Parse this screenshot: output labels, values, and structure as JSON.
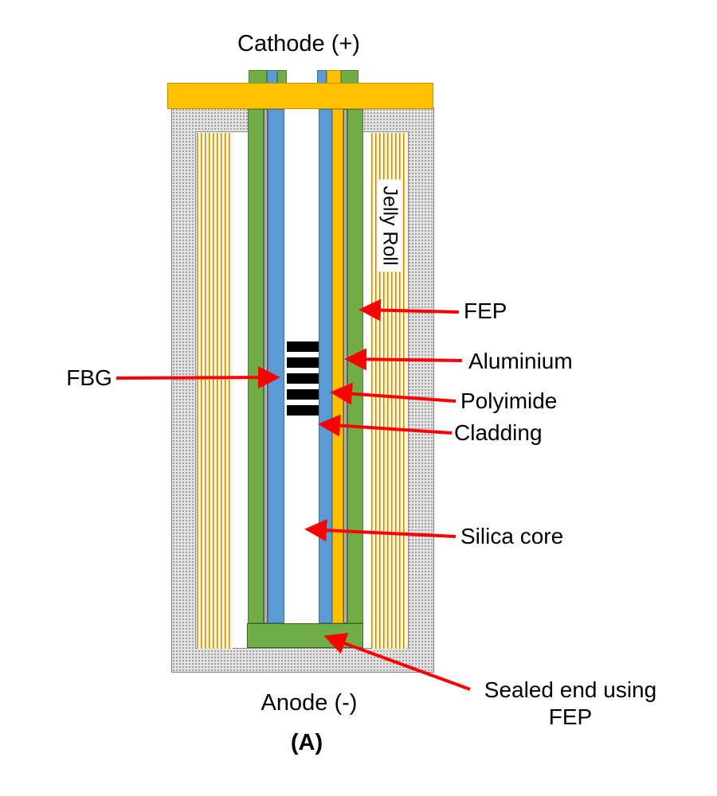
{
  "diagram": {
    "cathode_label": "Cathode (+)",
    "anode_label": "Anode (-)",
    "figure_label": "(A)",
    "jelly_roll_label": "Jelly Roll",
    "callouts": {
      "fep": "FEP",
      "aluminium": "Aluminium",
      "polyimide": "Polyimide",
      "cladding": "Cladding",
      "fbg": "FBG",
      "silica_core": "Silica core",
      "sealed_end_line1": "Sealed end using",
      "sealed_end_line2": "FEP"
    },
    "colors": {
      "cap_yellow": "#FFC000",
      "fep_green": "#70AD47",
      "cladding_blue": "#5B9BD5",
      "polyimide_yellow": "#FFC000",
      "aluminium_gray": "#B3B3B3",
      "casing_gray": "#E3E2E2",
      "jelly_roll_stripe": "#BF9000",
      "arrow_red": "#FF0000",
      "fbg_black": "#000000"
    }
  }
}
